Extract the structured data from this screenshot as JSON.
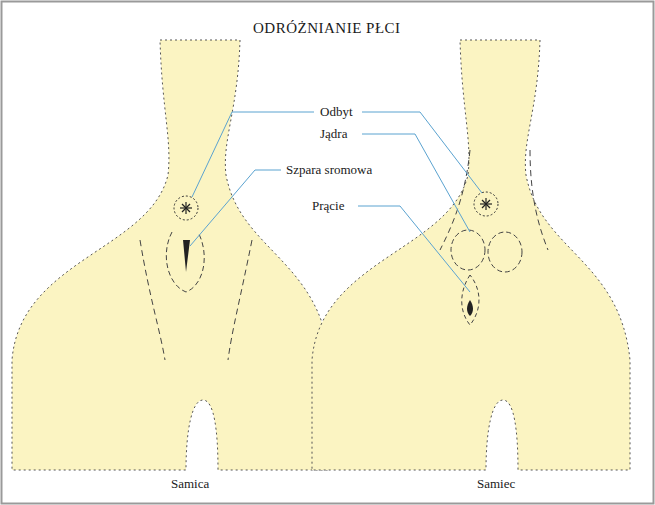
{
  "diagram": {
    "title": "ODRÓŻNIANIE PŁCI",
    "labels": [
      "Odbyt",
      "Jądra",
      "Szpara sromowa",
      "Prącie",
      "Samica",
      "Samiec"
    ]
  }
}
